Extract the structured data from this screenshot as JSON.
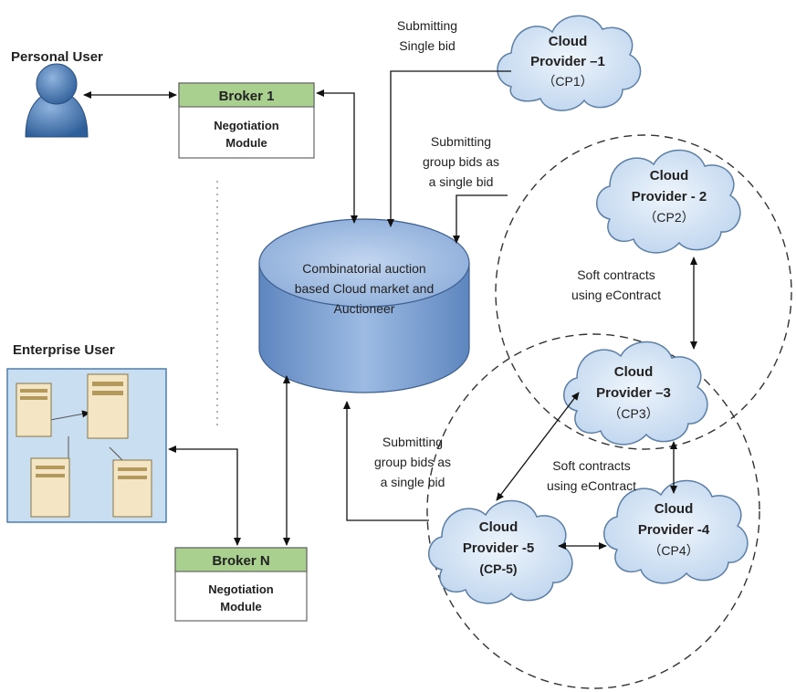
{
  "users": {
    "personal": "Personal User",
    "enterprise": "Enterprise User"
  },
  "brokers": [
    {
      "title": "Broker 1",
      "module_line1": "Negotiation",
      "module_line2": "Module"
    },
    {
      "title": "Broker N",
      "module_line1": "Negotiation",
      "module_line2": "Module"
    }
  ],
  "auctioneer": {
    "line1": "Combinatorial auction",
    "line2": "based Cloud market and",
    "line3": "Auctioneer"
  },
  "providers": [
    {
      "line1": "Cloud",
      "line2": "Provider –1",
      "line3": "（CP1）"
    },
    {
      "line1": "Cloud",
      "line2": "Provider - 2",
      "line3": "（CP2）"
    },
    {
      "line1": "Cloud",
      "line2": "Provider –3",
      "line3": "（CP3）"
    },
    {
      "line1": "Cloud",
      "line2": "Provider -4",
      "line3": "（CP4）"
    },
    {
      "line1": "Cloud",
      "line2": "Provider -5",
      "line3": "(CP-5)"
    }
  ],
  "annotations": {
    "single_bid": [
      "Submitting",
      "Single bid"
    ],
    "group_bid_top": [
      "Submitting",
      "group bids as",
      "a single bid"
    ],
    "group_bid_bottom": [
      "Submitting",
      "group bids as",
      "a single bid"
    ],
    "soft_contracts_top": [
      "Soft contracts",
      "using eContract"
    ],
    "soft_contracts_bottom": [
      "Soft contracts",
      "using eContract"
    ]
  },
  "colors": {
    "broker_header": "#a9d08e",
    "cloud_fill": "#cfe0f3",
    "cloud_stroke": "#5b7fa6",
    "auction_fill": "#8fb0dc",
    "enterprise_bg": "#c6dcef",
    "user_icon": "#4e7fb8"
  }
}
